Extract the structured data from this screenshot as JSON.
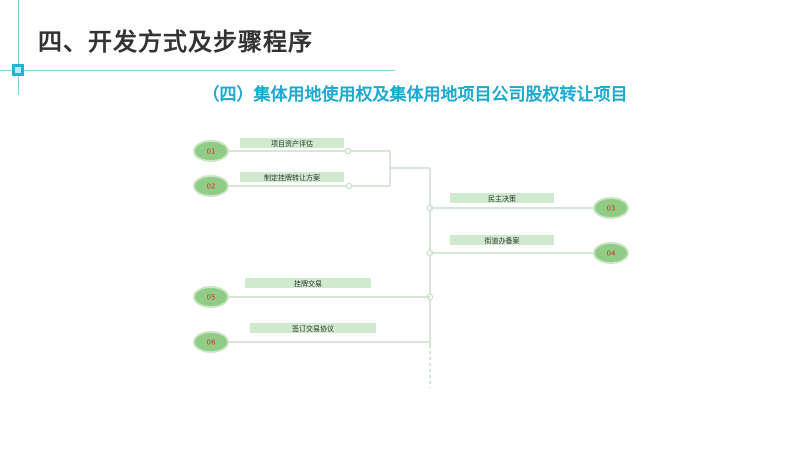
{
  "header": {
    "title": "四、开发方式及步骤程序",
    "subtitle": "（四）集体用地使用权及集体用地项目公司股权转让项目"
  },
  "flow": {
    "steps": [
      {
        "num": "01",
        "label": "项目资产评估"
      },
      {
        "num": "02",
        "label": "制定挂牌转让方案"
      },
      {
        "num": "03",
        "label": "民主决策"
      },
      {
        "num": "04",
        "label": "街道办备案"
      },
      {
        "num": "05",
        "label": "挂牌交易"
      },
      {
        "num": "06",
        "label": "签订交易协议"
      }
    ]
  },
  "colors": {
    "accent": "#1aa9d0",
    "node_fill": "#8fcc85",
    "node_stroke": "#c9e5c3",
    "label_fill": "#cfeacf",
    "line": "#c8dfc8",
    "number": "#d93025"
  }
}
